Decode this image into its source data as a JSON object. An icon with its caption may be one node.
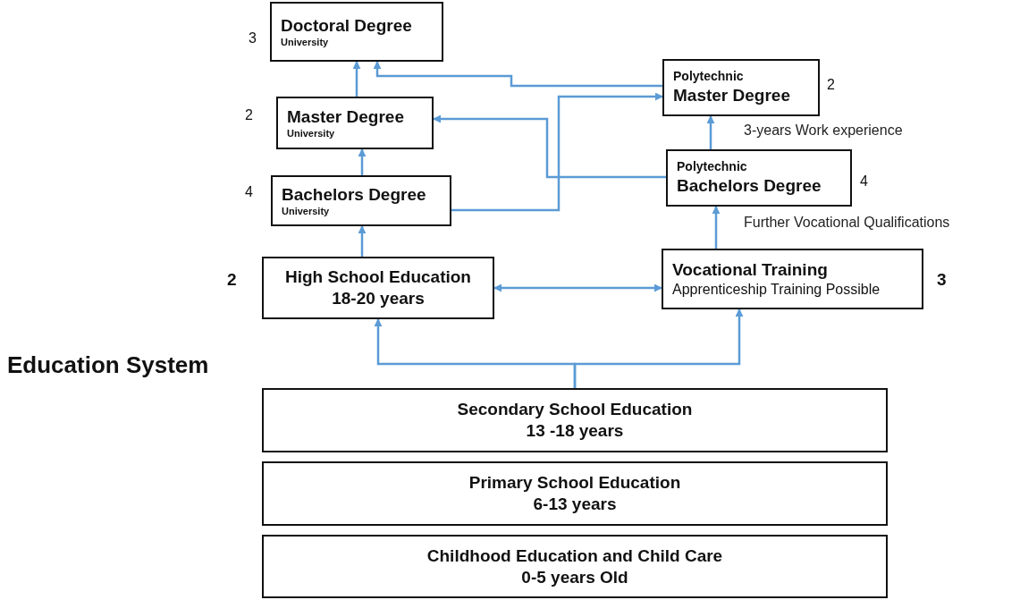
{
  "diagram": {
    "title": "Education System",
    "nodes": [
      {
        "text": [
          "Doctoral Degree",
          "University"
        ],
        "beside": [
          "3"
        ]
      },
      {
        "text": [
          "Polytechnic",
          "Master Degree"
        ],
        "beside": [
          "2"
        ]
      },
      {
        "text": [
          "Master Degree",
          "University"
        ],
        "beside": [
          "2"
        ]
      },
      {
        "text": [
          "Polytechnic",
          "Bachelors Degree"
        ],
        "beside": [
          "4"
        ]
      },
      {
        "text": [
          "Bachelors Degree",
          "University"
        ],
        "beside": [
          "4"
        ]
      },
      {
        "text": [
          "High School Education",
          "18-20 years"
        ],
        "beside": [
          "2"
        ]
      },
      {
        "text": [
          "Vocational Training",
          "Apprenticeship Training Possible"
        ],
        "beside": [
          "3"
        ]
      },
      {
        "text": [
          "Secondary School Education",
          "13 -18 years"
        ]
      },
      {
        "text": [
          "Primary School Education",
          "6-13 years"
        ]
      },
      {
        "text": [
          "Childhood Education and Child Care",
          "0-5 years Old"
        ]
      }
    ],
    "edges": [
      {
        "from": 4,
        "to": 2,
        "arrow": "to"
      },
      {
        "from": 2,
        "to": 0,
        "arrow": "to"
      },
      {
        "from": 1,
        "to": 0,
        "arrow": "to"
      },
      {
        "from": 3,
        "to": 2,
        "arrow": "to"
      },
      {
        "from": 4,
        "to": 1,
        "arrow": "to"
      },
      {
        "from": 3,
        "to": 1,
        "arrow": "to",
        "label": "3-years Work experience"
      },
      {
        "from": 6,
        "to": 3,
        "arrow": "to",
        "label": "Further Vocational Qualifications"
      },
      {
        "from": 5,
        "to": 4,
        "arrow": "to"
      },
      {
        "from": 5,
        "to": 6,
        "arrow": "both"
      },
      {
        "from": 7,
        "to": 5,
        "arrow": "to"
      },
      {
        "from": 7,
        "to": 6,
        "arrow": "to"
      }
    ]
  }
}
